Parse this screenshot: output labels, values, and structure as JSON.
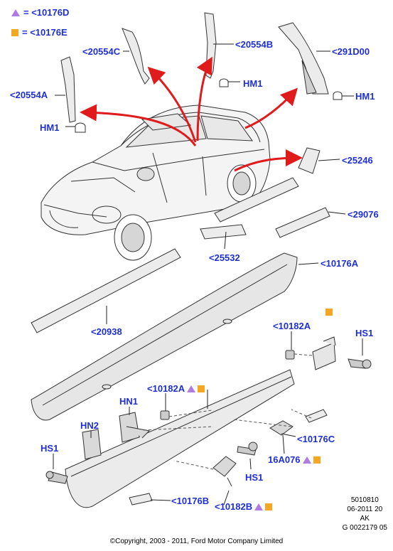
{
  "legend": [
    {
      "marker": "triangle",
      "text": "= <10176D",
      "color": "#b07be0"
    },
    {
      "marker": "square",
      "text": "= <10176E",
      "color": "#f5a623"
    }
  ],
  "labels": {
    "l20554A": "<20554A",
    "l20554C": "<20554C",
    "l20554B": "<20554B",
    "l291D00": "<291D00",
    "hm1_a": "HM1",
    "hm1_b": "HM1",
    "hm1_c": "HM1",
    "l25246": "<25246",
    "l29076": "<29076",
    "l25532": "<25532",
    "l10176A": "<10176A",
    "l20938": "<20938",
    "l10182A_top": "<10182A",
    "hs1_right": "HS1",
    "hn1": "HN1",
    "l10182A_mid": "<10182A",
    "hn2": "HN2",
    "hs1_left": "HS1",
    "l10176C": "<10176C",
    "l16A076": "16A076",
    "hs1_mid": "HS1",
    "l10176B": "<10176B",
    "l10182B": "<10182B"
  },
  "meta": {
    "line1": "5010810",
    "line2": "06-2011 20",
    "line3": "AK",
    "line4": "G 0022179 05"
  },
  "copyright": "©Copyright, 2003 - 2011, Ford Motor Company Limited",
  "colors": {
    "label": "#1e2fd6",
    "arrow": "#e01b1b",
    "triangle": "#b07be0",
    "square": "#f5a623"
  }
}
